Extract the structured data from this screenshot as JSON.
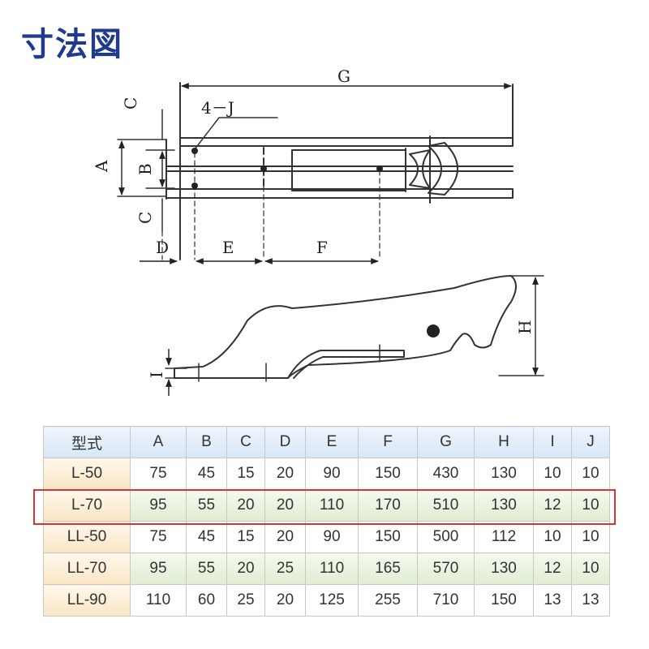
{
  "title": "寸法図",
  "drawing_labels": {
    "G": "G",
    "C": "C",
    "J": "4－J",
    "A": "A",
    "B": "B",
    "D": "D",
    "E": "E",
    "F": "F",
    "H": "H",
    "I": "I"
  },
  "table": {
    "headers": [
      "型式",
      "A",
      "B",
      "C",
      "D",
      "E",
      "F",
      "G",
      "H",
      "I",
      "J"
    ],
    "rows": [
      [
        "L-50",
        "75",
        "45",
        "15",
        "20",
        "90",
        "150",
        "430",
        "130",
        "10",
        "10"
      ],
      [
        "L-70",
        "95",
        "55",
        "20",
        "20",
        "110",
        "170",
        "510",
        "130",
        "12",
        "10"
      ],
      [
        "LL-50",
        "75",
        "45",
        "15",
        "20",
        "90",
        "150",
        "500",
        "112",
        "10",
        "10"
      ],
      [
        "LL-70",
        "95",
        "55",
        "20",
        "25",
        "110",
        "165",
        "570",
        "130",
        "12",
        "10"
      ],
      [
        "LL-90",
        "110",
        "60",
        "25",
        "20",
        "125",
        "255",
        "710",
        "150",
        "13",
        "13"
      ]
    ],
    "highlighted_row": 1
  },
  "colors": {
    "title": "#1f3a8f",
    "highlight": "#d83434"
  }
}
